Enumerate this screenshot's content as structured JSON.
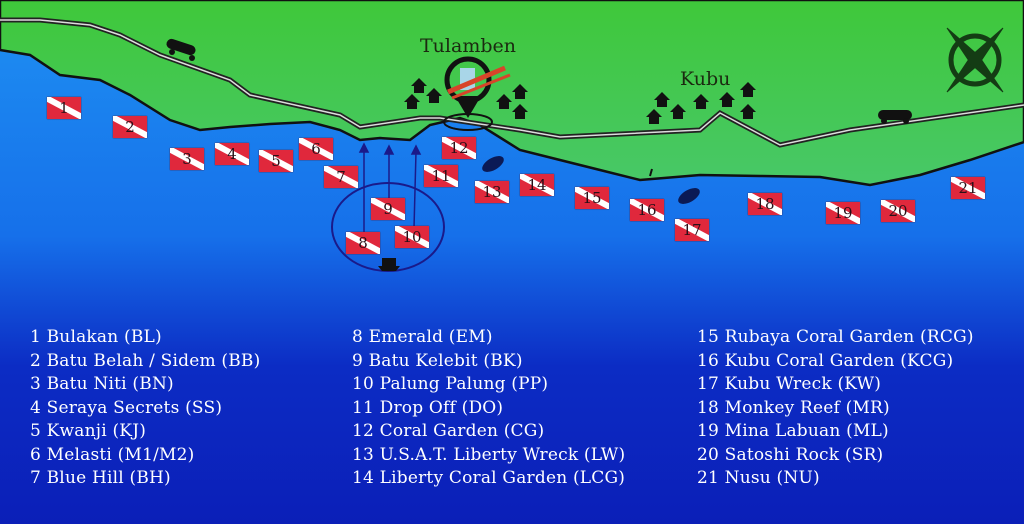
{
  "towns": {
    "tulamben": "Tulamben",
    "kubu": "Kubu"
  },
  "flags": [
    "1",
    "2",
    "3",
    "4",
    "5",
    "6",
    "7",
    "8",
    "9",
    "10",
    "11",
    "12",
    "13",
    "14",
    "15",
    "16",
    "17",
    "18",
    "19",
    "20",
    "21"
  ],
  "legend": {
    "col1": [
      "1 Bulakan (BL)",
      "2 Batu Belah / Sidem (BB)",
      "3 Batu Niti (BN)",
      "4 Seraya Secrets (SS)",
      "5 Kwanji (KJ)",
      "6 Melasti (M1/M2)",
      "7 Blue Hill (BH)"
    ],
    "col2": [
      "8 Emerald (EM)",
      "9 Batu Kelebit (BK)",
      "10 Palung Palung (PP)",
      "11 Drop Off (DO)",
      "12 Coral Garden (CG)",
      "13 U.S.A.T. Liberty Wreck (LW)",
      "14 Liberty Coral Garden (LCG)"
    ],
    "col3": [
      "15 Rubaya Coral Garden (RCG)",
      "16 Kubu Coral Garden (KCG)",
      "17 Kubu Wreck (KW)",
      "18 Monkey Reef (MR)",
      "19 Mina Labuan (ML)",
      "20 Satoshi Rock (SR)",
      "21 Nusu (NU)"
    ]
  },
  "colors": {
    "land": "#3fc640",
    "water_top": "#1e90f2",
    "water_bottom": "#0a1cb5",
    "flag": "#e0283c"
  }
}
